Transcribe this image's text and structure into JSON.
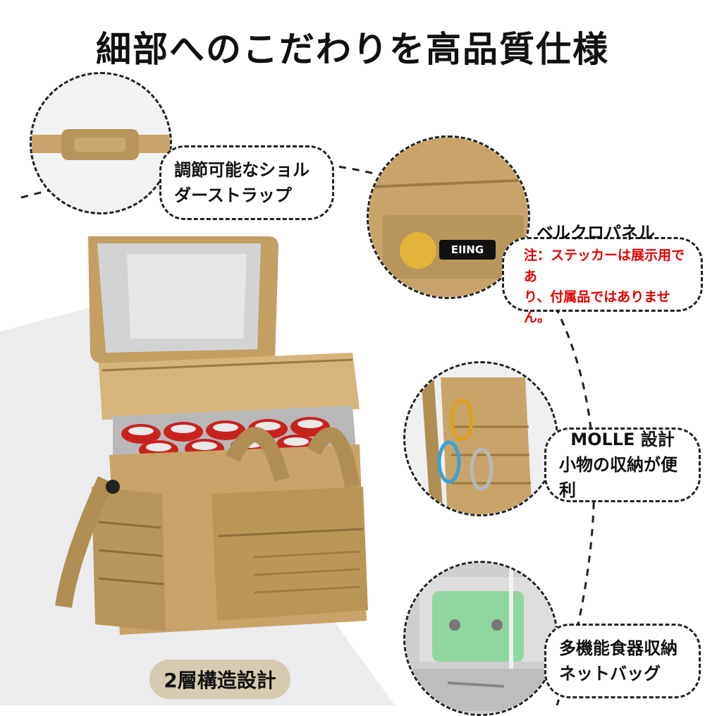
{
  "title": "細部へのこだわりを高品質仕様",
  "callouts": {
    "strap": {
      "line1": "調節可能なショル",
      "line2": "ダーストラップ"
    },
    "velcro": {
      "heading": "ベルクロパネル",
      "note1": "注：ステッカーは展示用であ",
      "note2": "り、付属品ではありません。"
    },
    "patch_text": "EIING",
    "molle": {
      "line1": "MOLLE 設計",
      "line2": "小物の収納が便利"
    },
    "net": {
      "line1": "多機能食器収納",
      "line2": "ネットバッグ"
    }
  },
  "badge": "2層構造設計",
  "colors": {
    "tan": "#c9a46a",
    "tan_dark": "#a8844c",
    "silver": "#cfcfcf",
    "can_red": "#c8221f",
    "note_red": "#e00000",
    "pack_green": "#8fd6a0"
  },
  "icons": [
    "strap-detail-image",
    "velcro-patch-image",
    "carabiner-molle-image",
    "mesh-net-image",
    "cooler-bag-image"
  ]
}
